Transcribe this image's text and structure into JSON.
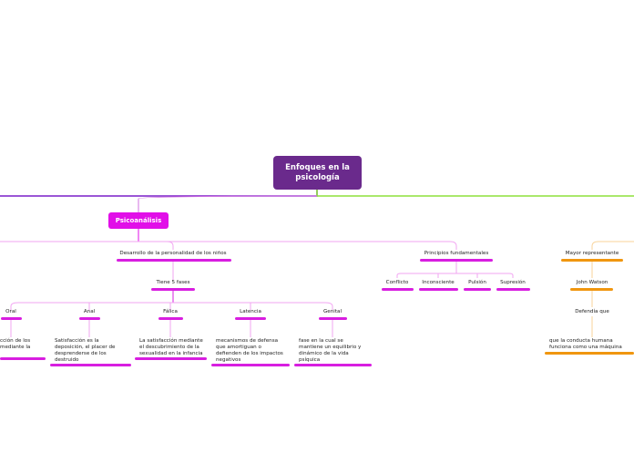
{
  "root": {
    "title": "Enfoques en la psicología"
  },
  "psicoanalisis": {
    "title": "Psicoanálisis",
    "desarrollo": {
      "label": "Desarrollo de la personalidad de los niños",
      "fases_label": "Tiene 5 fases",
      "fases": [
        {
          "name": "Oral",
          "desc": [
            "cción de los",
            "mediante la"
          ]
        },
        {
          "name": "Anal",
          "desc": [
            "Satisfacción es la",
            "deposición, el placer de",
            "desprenderse de los",
            "destruido"
          ]
        },
        {
          "name": "Fálica",
          "desc": [
            "La satisfacción mediante",
            "el descubrimiento de la",
            "sexualidad en la infancia"
          ]
        },
        {
          "name": "Latencia",
          "desc": [
            "mecanismos de defensa",
            "que amortiguan o",
            "defienden de los impactos",
            "negativos"
          ]
        },
        {
          "name": "Genital",
          "desc": [
            "fase en la cual se",
            "mantiene un equilibrio y",
            "dinámico de la vida",
            "psíquica"
          ]
        }
      ]
    },
    "principios": {
      "label": "Principios fundamentales",
      "items": [
        "Conflicto",
        "Inconsciente",
        "Pulsión",
        "Supresión"
      ]
    }
  },
  "conductismo": {
    "mayor_label": "Mayor representante",
    "representante": "John Watson",
    "defendia": "Defendía que",
    "idea": "que la conducta humana funciona como una máquina"
  },
  "colors": {
    "root": "#6a2a8c",
    "psicoanalisis": "#e10fe8",
    "connector_light": "#f2a6f2",
    "left_branch": "#7a1fc8",
    "right_branch": "#8ee03c",
    "orange": "#f0960f",
    "orange_light": "#f8d39a"
  }
}
